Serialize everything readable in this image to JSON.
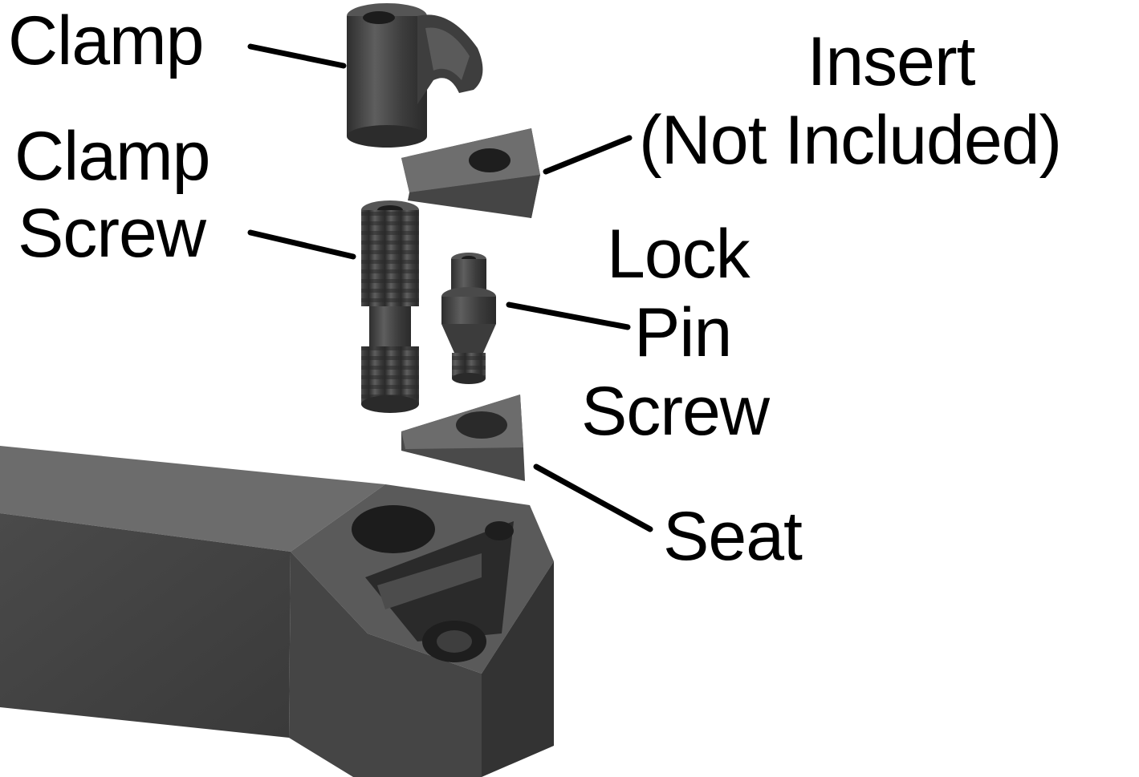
{
  "labels": {
    "clamp": "Clamp",
    "clamp_screw_1": "Clamp",
    "clamp_screw_2": "Screw",
    "insert_1": "Insert",
    "insert_2": "(Not Included)",
    "lock_pin_screw_1": "Lock",
    "lock_pin_screw_2": "Pin",
    "lock_pin_screw_3": "Screw",
    "seat": "Seat"
  },
  "colors": {
    "text": "#000000",
    "background": "#ffffff",
    "part_dark": "#3a3a3a",
    "part_mid": "#5a5a5a",
    "part_light": "#7a7a7a",
    "leader": "#000000"
  }
}
